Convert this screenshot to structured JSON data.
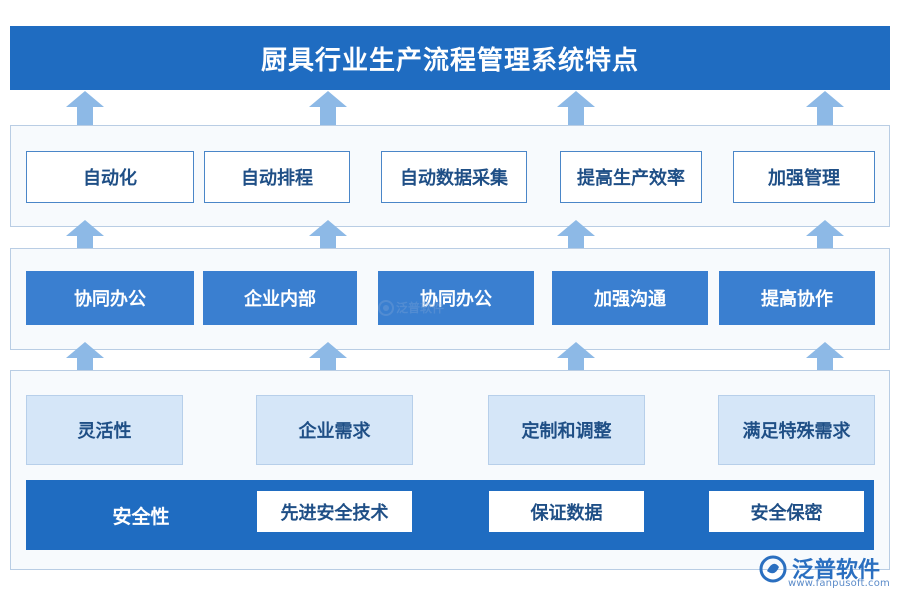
{
  "title": "厨具行业生产流程管理系统特点",
  "top_row": [
    "自动化",
    "自动排程",
    "自动数据采集",
    "提高生产效率",
    "加强管理"
  ],
  "middle_row": [
    "协同办公",
    "企业内部",
    "协同办公",
    "加强沟通",
    "提高协作"
  ],
  "bottom_row": [
    "灵活性",
    "企业需求",
    "定制和调整",
    "满足特殊需求"
  ],
  "security": {
    "label": "安全性",
    "items": [
      "先进安全技术",
      "保证数据",
      "安全保密"
    ]
  },
  "logo": {
    "name": "泛普软件",
    "url": "www.fanpusoft.com"
  },
  "colors": {
    "title_bg": "#1f6cc1",
    "arrow": "#8db9e6",
    "mid_box": "#3a7fd0",
    "light_box": "#d5e6f8"
  }
}
